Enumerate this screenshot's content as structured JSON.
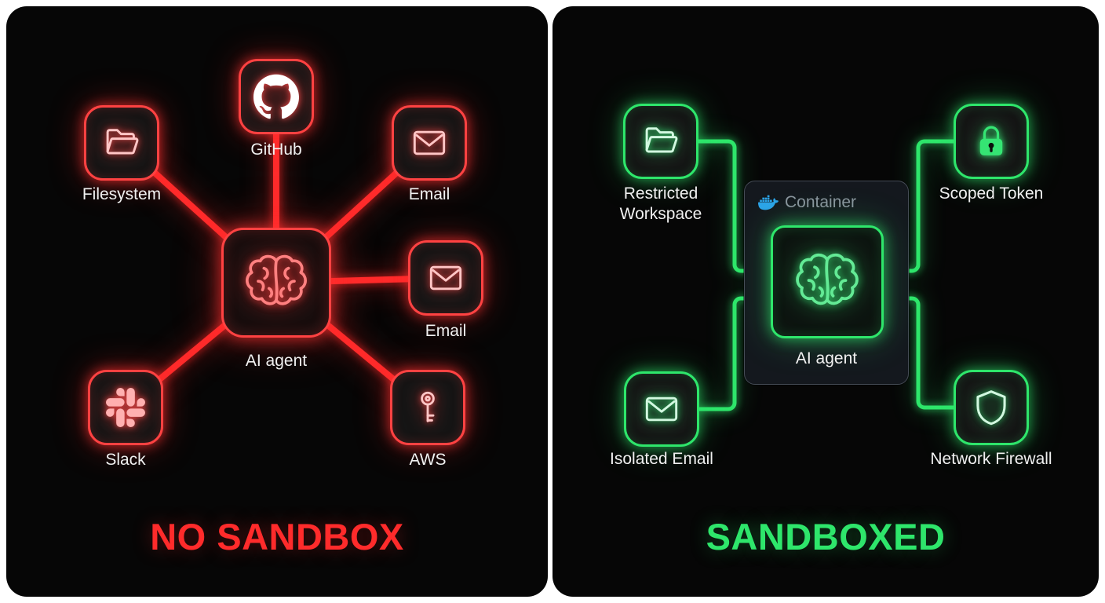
{
  "left_panel": {
    "title": "NO SANDBOX",
    "accent_color": "#ff2b2b",
    "agent": {
      "label": "AI agent",
      "icon": "brain-icon"
    },
    "nodes": [
      {
        "label": "Filesystem",
        "icon": "folder-icon"
      },
      {
        "label": "GitHub",
        "icon": "github-icon"
      },
      {
        "label": "Email",
        "icon": "envelope-icon"
      },
      {
        "label": "Email",
        "icon": "envelope-icon"
      },
      {
        "label": "AWS",
        "icon": "key-icon"
      },
      {
        "label": "Slack",
        "icon": "slack-icon"
      }
    ]
  },
  "right_panel": {
    "title": "SANDBOXED",
    "accent_color": "#2ee66b",
    "container": {
      "label": "Container",
      "icon": "docker-icon"
    },
    "agent": {
      "label": "AI agent",
      "icon": "brain-icon"
    },
    "nodes": [
      {
        "label": "Restricted Workspace",
        "icon": "folder-icon"
      },
      {
        "label": "Scoped Token",
        "icon": "lock-icon"
      },
      {
        "label": "Isolated Email",
        "icon": "envelope-icon"
      },
      {
        "label": "Network Firewall",
        "icon": "shield-icon"
      }
    ]
  }
}
